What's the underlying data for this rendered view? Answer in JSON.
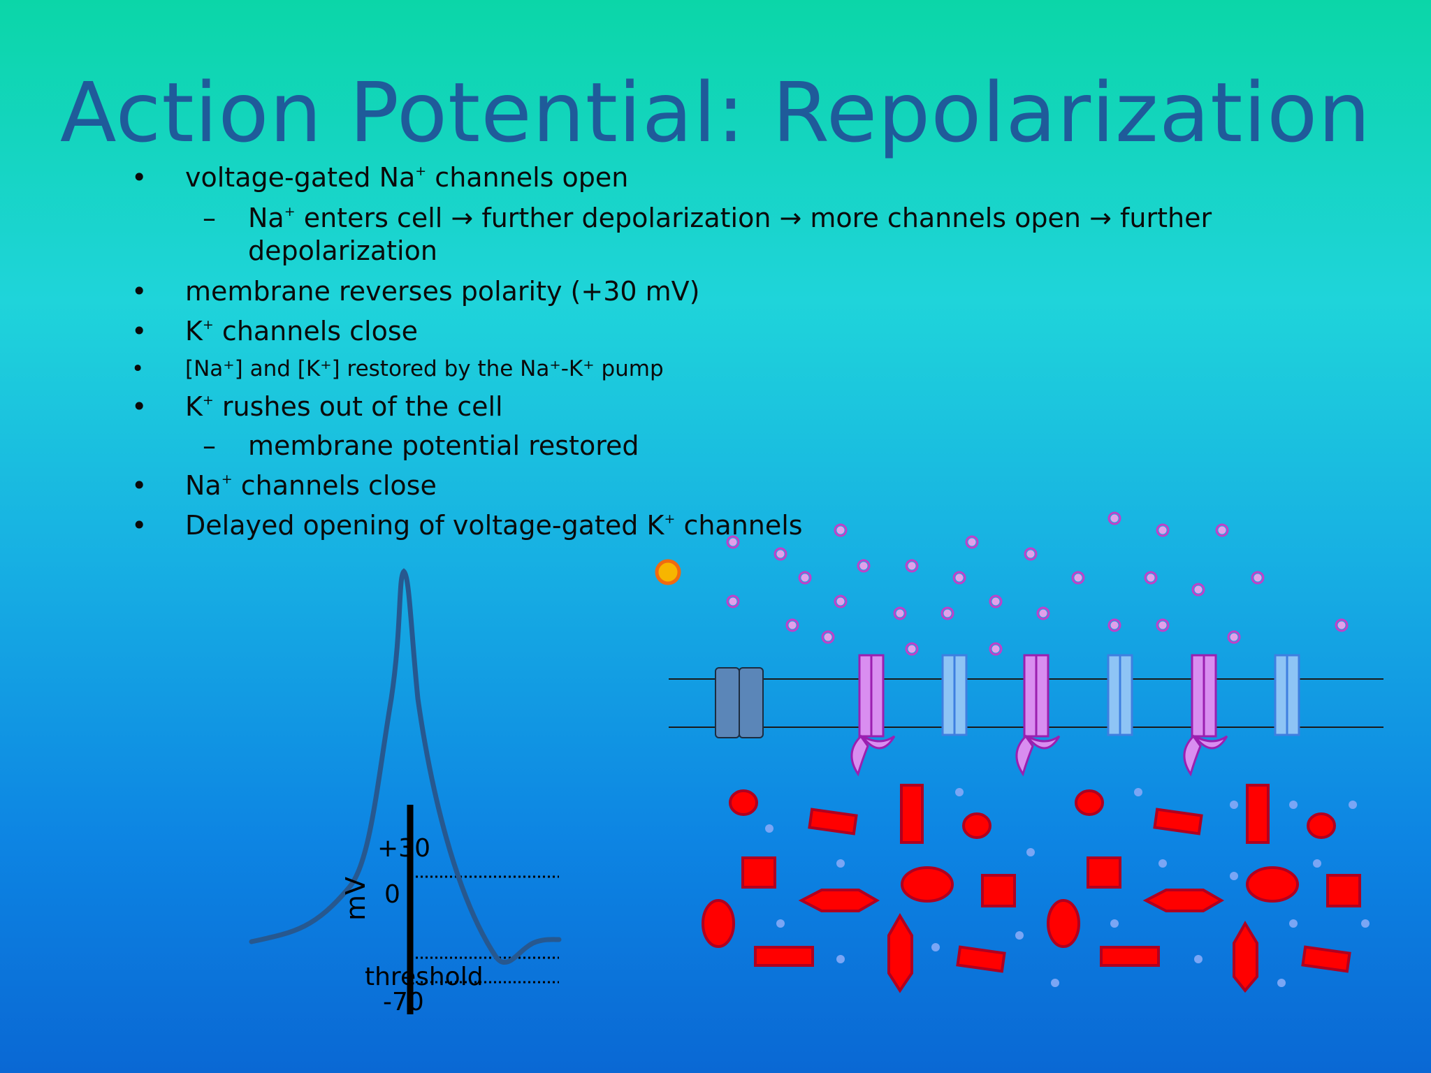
{
  "slide": {
    "title": "Action Potential: Repolarization",
    "bullets": [
      {
        "level": 1,
        "before": "voltage-gated Na",
        "sup": "+",
        "after": " channels open"
      },
      {
        "level": 2,
        "before": "Na",
        "sup": "+",
        "after": " enters cell → further depolarization → more channels open → further",
        "line2": "depolarization"
      },
      {
        "level": 1,
        "before": "membrane reverses polarity (+30 mV)",
        "sup": "",
        "after": ""
      },
      {
        "level": 1,
        "before": "K",
        "sup": "+",
        "after": " channels close"
      },
      {
        "level": 1,
        "text": "[Na⁺] and [K⁺] restored by the Na⁺-K⁺ pump"
      },
      {
        "level": 1,
        "before": "K",
        "sup": "+",
        "after": " rushes out of the cell"
      },
      {
        "level": 2,
        "before": "membrane potential restored",
        "sup": "",
        "after": ""
      },
      {
        "level": 1,
        "before": "Na",
        "sup": "+",
        "after": " channels close"
      },
      {
        "level": 1,
        "before": "Delayed opening of voltage-gated K",
        "sup": "+",
        "after": " channels"
      }
    ],
    "bullet_marker": "•",
    "sub_marker": "–"
  },
  "graph": {
    "unit_label": "mV",
    "tick_labels": [
      "+30",
      "0",
      "threshold",
      "-70"
    ]
  },
  "colors": {
    "title": "#1f5b9a",
    "curve": "#27588f",
    "na_ion": "#d55bd8",
    "k_ion": "#ff0000",
    "na_channel": "#d98ef0",
    "k_channel": "#8ec4f5",
    "pump": "#5b86b8",
    "small_dot": "#7aa6f5",
    "marker": "#f7b500"
  }
}
